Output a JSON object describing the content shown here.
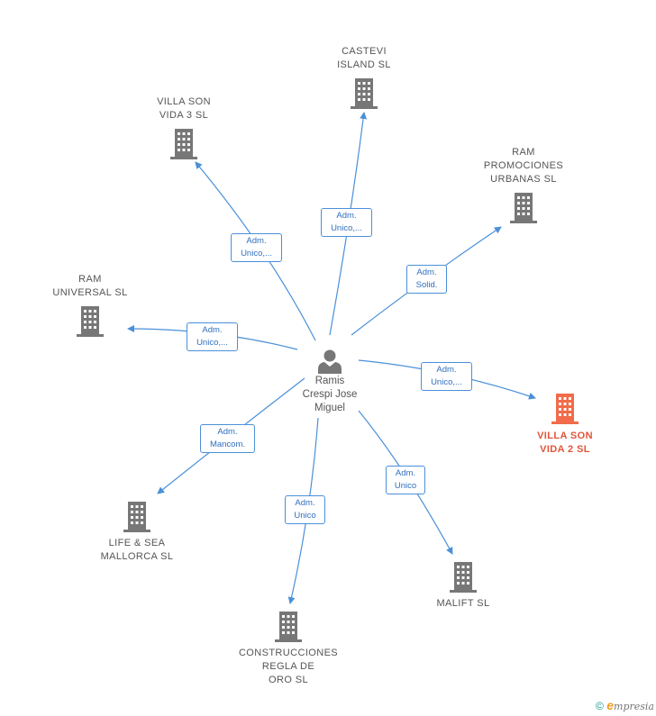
{
  "center": {
    "name": "Ramis\nCrespi Jose\nMiguel",
    "icon": "person-icon"
  },
  "colors": {
    "edge": "#4a90d9",
    "building": "#777777",
    "highlight": "#f26b4a"
  },
  "companies": [
    {
      "id": "castevi",
      "name": "CASTEVI\nISLAND  SL",
      "role": "Adm.\nUnico,...",
      "highlight": false
    },
    {
      "id": "villa3",
      "name": "VILLA SON\nVIDA 3  SL",
      "role": "Adm.\nUnico,...",
      "highlight": false
    },
    {
      "id": "ramprom",
      "name": "RAM\nPROMOCIONES\nURBANAS SL",
      "role": "Adm.\nSolid.",
      "highlight": false
    },
    {
      "id": "ramuniv",
      "name": "RAM\nUNIVERSAL SL",
      "role": "Adm.\nUnico,...",
      "highlight": false
    },
    {
      "id": "villa2",
      "name": "VILLA SON\nVIDA 2  SL",
      "role": "Adm.\nUnico,...",
      "highlight": true
    },
    {
      "id": "lifesea",
      "name": "LIFE & SEA\nMALLORCA  SL",
      "role": "Adm.\nMancom.",
      "highlight": false
    },
    {
      "id": "malift",
      "name": "MALIFT SL",
      "role": "Adm.\nUnico",
      "highlight": false
    },
    {
      "id": "construcciones",
      "name": "CONSTRUCCIONES\nREGLA DE\nORO SL",
      "role": "Adm.\nUnico",
      "highlight": false
    }
  ],
  "footer": {
    "copyright": "©",
    "brand": "mpresia",
    "brand_initial": "e"
  }
}
